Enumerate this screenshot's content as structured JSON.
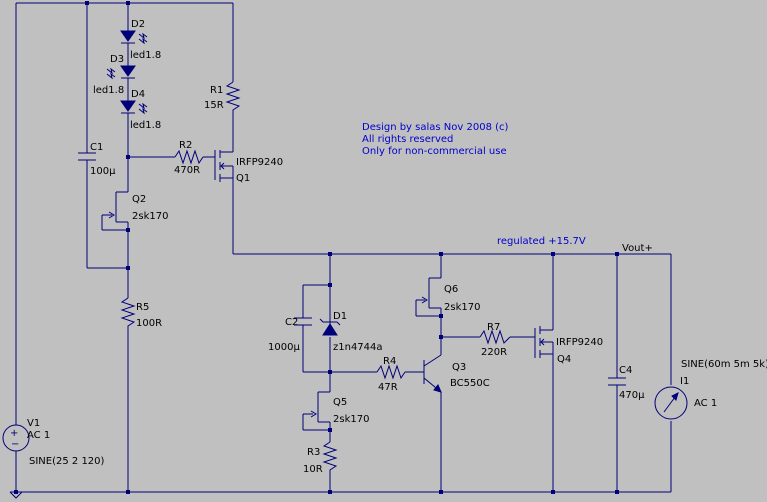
{
  "title_notes": {
    "line1": "Design by salas Nov 2008 (c)",
    "line2": "All rights reserved",
    "line3": "Only for non-commercial use"
  },
  "net_labels": {
    "regulated": "regulated +15.7V",
    "vout": "Vout+"
  },
  "components": {
    "D2": {
      "ref": "D2",
      "value": "led1.8"
    },
    "D3": {
      "ref": "D3",
      "value": "led1.8"
    },
    "D4": {
      "ref": "D4",
      "value": "led1.8"
    },
    "R1": {
      "ref": "R1",
      "value": "15R"
    },
    "C1": {
      "ref": "C1",
      "value": "100µ"
    },
    "R2": {
      "ref": "R2",
      "value": "470R"
    },
    "Q1": {
      "ref": "Q1",
      "value": "IRFP9240"
    },
    "Q2": {
      "ref": "Q2",
      "value": "2sk170"
    },
    "R5": {
      "ref": "R5",
      "value": "100R"
    },
    "V1": {
      "ref": "V1",
      "value": "AC 1",
      "source": "SINE(25 2 120)"
    },
    "C2": {
      "ref": "C2",
      "value": "1000µ"
    },
    "D1": {
      "ref": "D1",
      "value": "z1n4744a"
    },
    "R4": {
      "ref": "R4",
      "value": "47R"
    },
    "Q5": {
      "ref": "Q5",
      "value": "2sk170"
    },
    "R3": {
      "ref": "R3",
      "value": "10R"
    },
    "Q6": {
      "ref": "Q6",
      "value": "2sk170"
    },
    "Q3": {
      "ref": "Q3",
      "value": "BC550C"
    },
    "R7": {
      "ref": "R7",
      "value": "220R"
    },
    "Q4": {
      "ref": "Q4",
      "value": "IRFP9240"
    },
    "C4": {
      "ref": "C4",
      "value": "470µ"
    },
    "I1": {
      "ref": "I1",
      "value": "AC 1",
      "source": "SINE(60m 5m 5k)"
    }
  },
  "colors": {
    "background": "#c0c0c0",
    "wire": "#00007a",
    "note_text": "#0000cc"
  }
}
